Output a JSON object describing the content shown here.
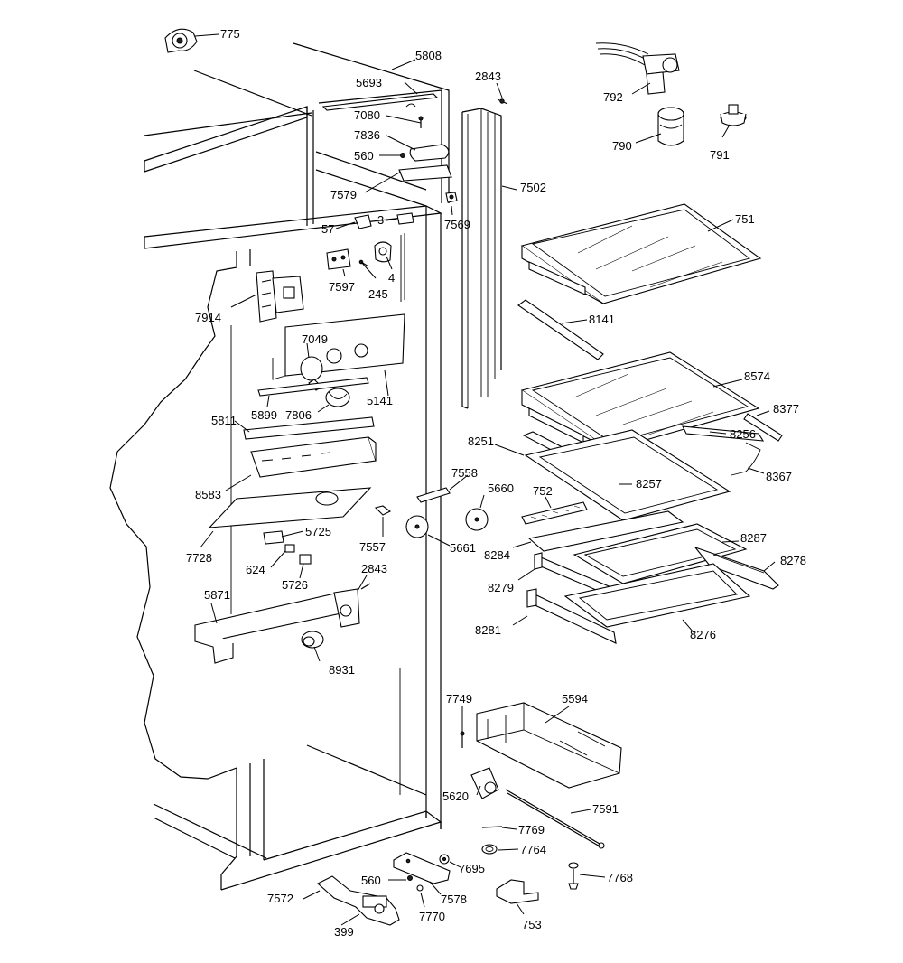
{
  "callouts": {
    "c775": "775",
    "c5808": "5808",
    "c5693": "5693",
    "c2843a": "2843",
    "c7080": "7080",
    "c7836": "7836",
    "c560a": "560",
    "c7579": "7579",
    "c7502": "7502",
    "c57": "57",
    "c3": "3",
    "c7569": "7569",
    "c792": "792",
    "c790": "790",
    "c791": "791",
    "c751": "751",
    "c7597": "7597",
    "c245": "245",
    "c4": "4",
    "c7914": "7914",
    "c8141": "8141",
    "c7049": "7049",
    "c5141": "5141",
    "c8574": "8574",
    "c8377": "8377",
    "c5811": "5811",
    "c5899": "5899",
    "c7806": "7806",
    "c8256": "8256",
    "c8251": "8251",
    "c8367": "8367",
    "c8583": "8583",
    "c7558": "7558",
    "c8257": "8257",
    "c5660": "5660",
    "c752": "752",
    "c5725": "5725",
    "c7728": "7728",
    "c7557": "7557",
    "c5661": "5661",
    "c8284": "8284",
    "c8287": "8287",
    "c8278": "8278",
    "c624": "624",
    "c5726": "5726",
    "c2843b": "2843",
    "c8279": "8279",
    "c5871": "5871",
    "c8281": "8281",
    "c8276": "8276",
    "c8931": "8931",
    "c7749": "7749",
    "c5594": "5594",
    "c5620": "5620",
    "c7591": "7591",
    "c7769": "7769",
    "c7764": "7764",
    "c560b": "560",
    "c7695": "7695",
    "c7768": "7768",
    "c7572": "7572",
    "c7578": "7578",
    "c753": "753",
    "c399": "399",
    "c7770": "7770"
  }
}
